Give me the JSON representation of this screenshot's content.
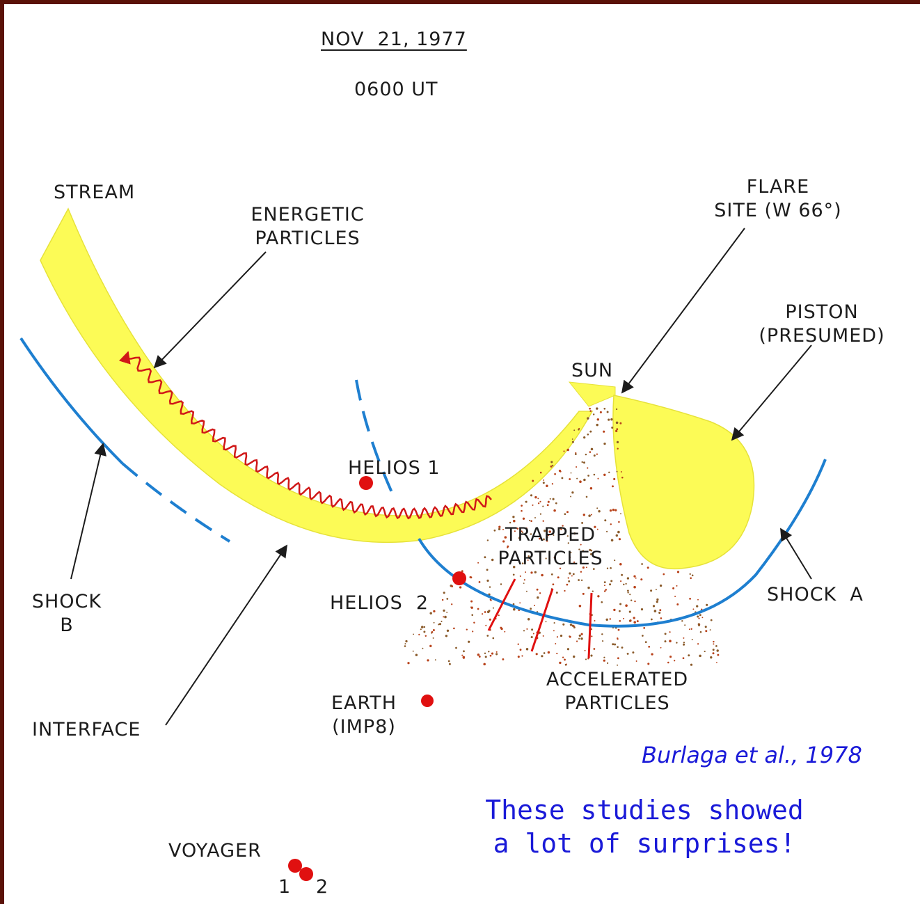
{
  "title": {
    "date": "NOV  21, 1977",
    "time": "0600 UT"
  },
  "labels": {
    "stream": "STREAM",
    "energetic_particles": "ENERGETIC\nPARTICLES",
    "flare_site": "FLARE\nSITE (W 66°)",
    "piston": "PISTON\n(PRESUMED)",
    "sun": "SUN",
    "helios1": "HELIOS 1",
    "trapped_particles": "TRAPPED\nPARTICLES",
    "helios2": "HELIOS  2",
    "shock_a": "SHOCK  A",
    "shock_b": "SHOCK\nB",
    "accelerated_particles": "ACCELERATED\nPARTICLES",
    "earth": "EARTH\n(IMP8)",
    "interface": "INTERFACE",
    "voyager": "VOYAGER",
    "voyager_1": "1",
    "voyager_2": "2"
  },
  "citation": "Burlaga et al., 1978",
  "remark": "These studies showed\na lot of surprises!",
  "colors": {
    "frame": "#5a1208",
    "stream_fill": "#fcfb56",
    "shock": "#1e7fd0",
    "spacecraft": "#e01010",
    "wave_arrow": "#d01818",
    "particles": "#b8421a",
    "text": "#1c1c1c",
    "blue_text": "#1a1ad8"
  }
}
